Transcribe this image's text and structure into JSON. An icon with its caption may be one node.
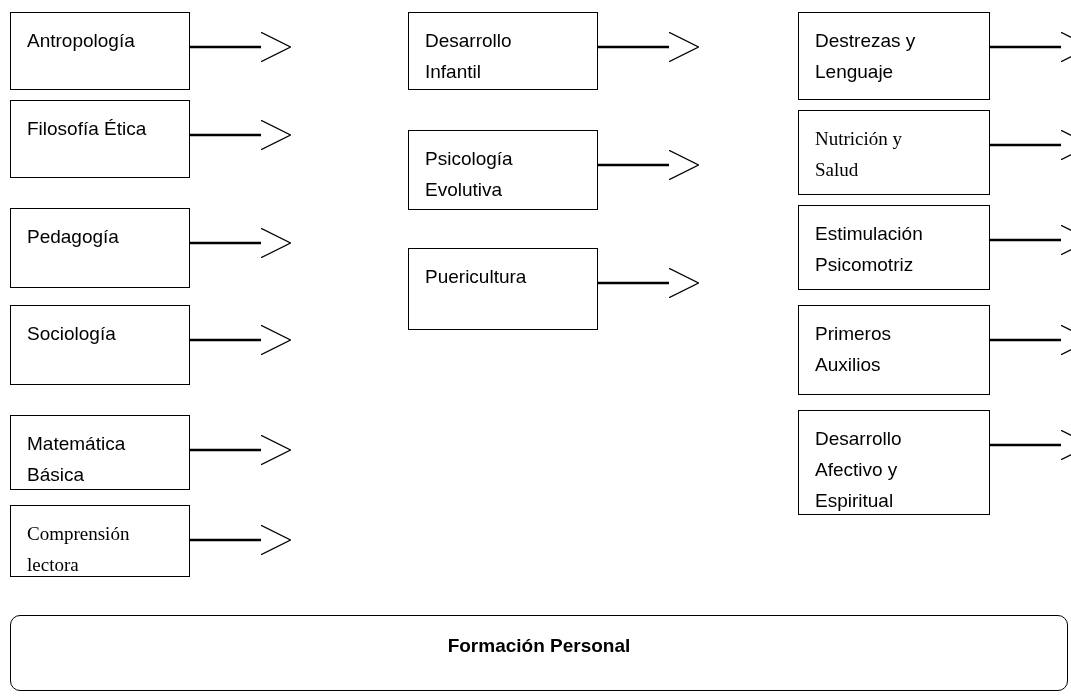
{
  "diagram": {
    "nodes": [
      {
        "text": [
          "Antropología"
        ]
      },
      {
        "text": [
          "Filosofía Ética"
        ]
      },
      {
        "text": [
          "Pedagogía"
        ]
      },
      {
        "text": [
          "Sociología"
        ]
      },
      {
        "text": [
          "Matemática Básica"
        ]
      },
      {
        "text": [
          "Comprensión lectora"
        ]
      },
      {
        "text": [
          "Desarrollo Infantil"
        ]
      },
      {
        "text": [
          "Psicología Evolutiva"
        ]
      },
      {
        "text": [
          "Puericultura"
        ]
      },
      {
        "text": [
          "Destrezas y Lenguaje"
        ]
      },
      {
        "text": [
          "Nutrición y Salud"
        ]
      },
      {
        "text": [
          "Estimulación Psicomotriz"
        ]
      },
      {
        "text": [
          "Primeros Auxilios"
        ]
      },
      {
        "text": [
          "Desarrollo Afectivo y Espiritual"
        ]
      },
      {
        "text": [
          "Formación Personal"
        ]
      }
    ],
    "edges": [
      {
        "from": 0,
        "to": null,
        "arrow": "to"
      },
      {
        "from": 1,
        "to": null,
        "arrow": "to"
      },
      {
        "from": 2,
        "to": null,
        "arrow": "to"
      },
      {
        "from": 3,
        "to": null,
        "arrow": "to"
      },
      {
        "from": 4,
        "to": null,
        "arrow": "to"
      },
      {
        "from": 5,
        "to": null,
        "arrow": "to"
      },
      {
        "from": 6,
        "to": null,
        "arrow": "to"
      },
      {
        "from": 7,
        "to": null,
        "arrow": "to"
      },
      {
        "from": 8,
        "to": null,
        "arrow": "to"
      },
      {
        "from": 9,
        "to": null,
        "arrow": "to"
      },
      {
        "from": 10,
        "to": null,
        "arrow": "to"
      },
      {
        "from": 11,
        "to": null,
        "arrow": "to"
      },
      {
        "from": 12,
        "to": null,
        "arrow": "to"
      },
      {
        "from": 13,
        "to": null,
        "arrow": "to"
      }
    ]
  }
}
